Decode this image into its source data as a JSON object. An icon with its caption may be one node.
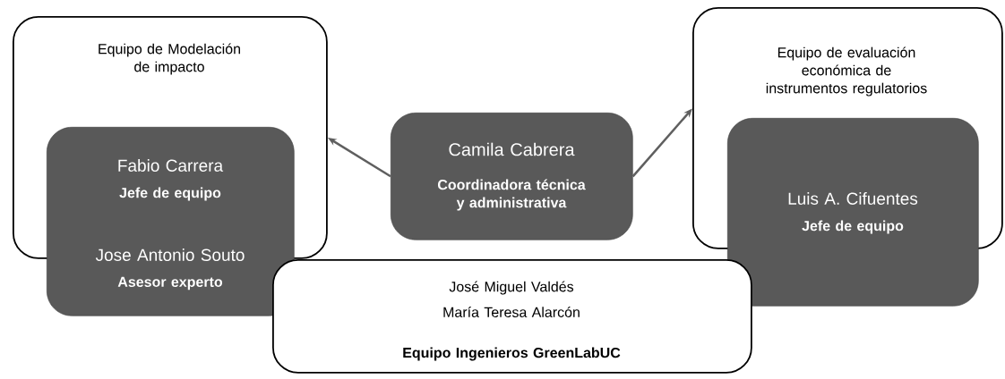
{
  "diagram": {
    "nodes": [
      {
        "text": [
          "Equipo de Modelación de impacto"
        ]
      },
      {
        "text": [
          "Fabio Carrera",
          "Jefe de equipo",
          "Jose Antonio Souto",
          "Asesor experto"
        ]
      },
      {
        "text": [
          "Camila Cabrera",
          "Coordinadora técnica y administrativa"
        ]
      },
      {
        "text": [
          "Equipo de evaluación económica de instrumentos regulatorios"
        ]
      },
      {
        "text": [
          "Luis A. Cifuentes",
          "Jefe de equipo"
        ]
      },
      {
        "text": [
          "José Miguel Valdés",
          "María Teresa Alarcón",
          "Equipo Ingenieros GreenLabUC"
        ]
      }
    ],
    "edges": [
      {
        "from": 2,
        "to": 0,
        "arrow": "to"
      },
      {
        "from": 2,
        "to": 3,
        "arrow": "to"
      }
    ]
  }
}
